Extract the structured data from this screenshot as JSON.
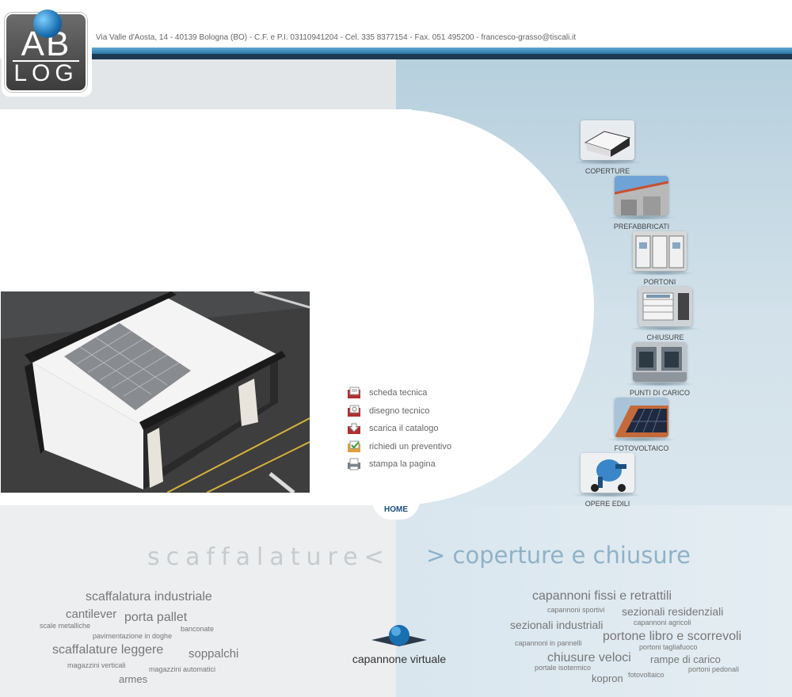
{
  "header": {
    "logo_top": "AB",
    "logo_bottom": "LOG",
    "contact": "Via Valle d'Aosta, 14 - 40139 Bologna (BO) - C.F. e P.I. 03110941204 - Cel. 335 8377154 - Fax. 051 495200 - francesco-grasso@tiscali.it"
  },
  "product_links": [
    {
      "label": "scheda tecnica",
      "icon": "document-icon"
    },
    {
      "label": "disegno tecnico",
      "icon": "drawing-icon"
    },
    {
      "label": "scarica il catalogo",
      "icon": "download-icon"
    },
    {
      "label": "richiedi un preventivo",
      "icon": "checkmark-icon"
    },
    {
      "label": "stampa la pagina",
      "icon": "printer-icon"
    }
  ],
  "home_label": "HOME",
  "categories": [
    {
      "label": "COPERTURE"
    },
    {
      "label": "PREFABBRICATI"
    },
    {
      "label": "PORTONI"
    },
    {
      "label": "CHIUSURE"
    },
    {
      "label": "PUNTI DI CARICO"
    },
    {
      "label": "FOTOVOLTAICO"
    },
    {
      "label": "OPERE EDILI"
    }
  ],
  "sections": {
    "left_heading": "scaffalature<",
    "right_heading": "> coperture e chiusure",
    "center_label": "capannone virtuale"
  },
  "left_tags": [
    "scaffalatura industriale",
    "cantilever",
    "porta pallet",
    "scale metalliche",
    "banconate",
    "pavimentazione in doghe",
    "scaffalature leggere",
    "soppalchi",
    "magazzini verticali",
    "magazzini automatici",
    "armes"
  ],
  "right_tags": [
    "capannoni fissi e retrattili",
    "capannoni sportivi",
    "sezionali residenziali",
    "sezionali industriali",
    "capannoni agricoli",
    "capannoni in pannelli",
    "portone libro e scorrevoli",
    "portoni tagliafuoco",
    "chiusure veloci",
    "rampe di carico",
    "portale isotermico",
    "portoni pedonali",
    "kopron",
    "fotovoltaico"
  ],
  "colors": {
    "accent_blue": "#2a78a8",
    "navy": "#1d3a52",
    "home_text": "#1d4f80"
  }
}
